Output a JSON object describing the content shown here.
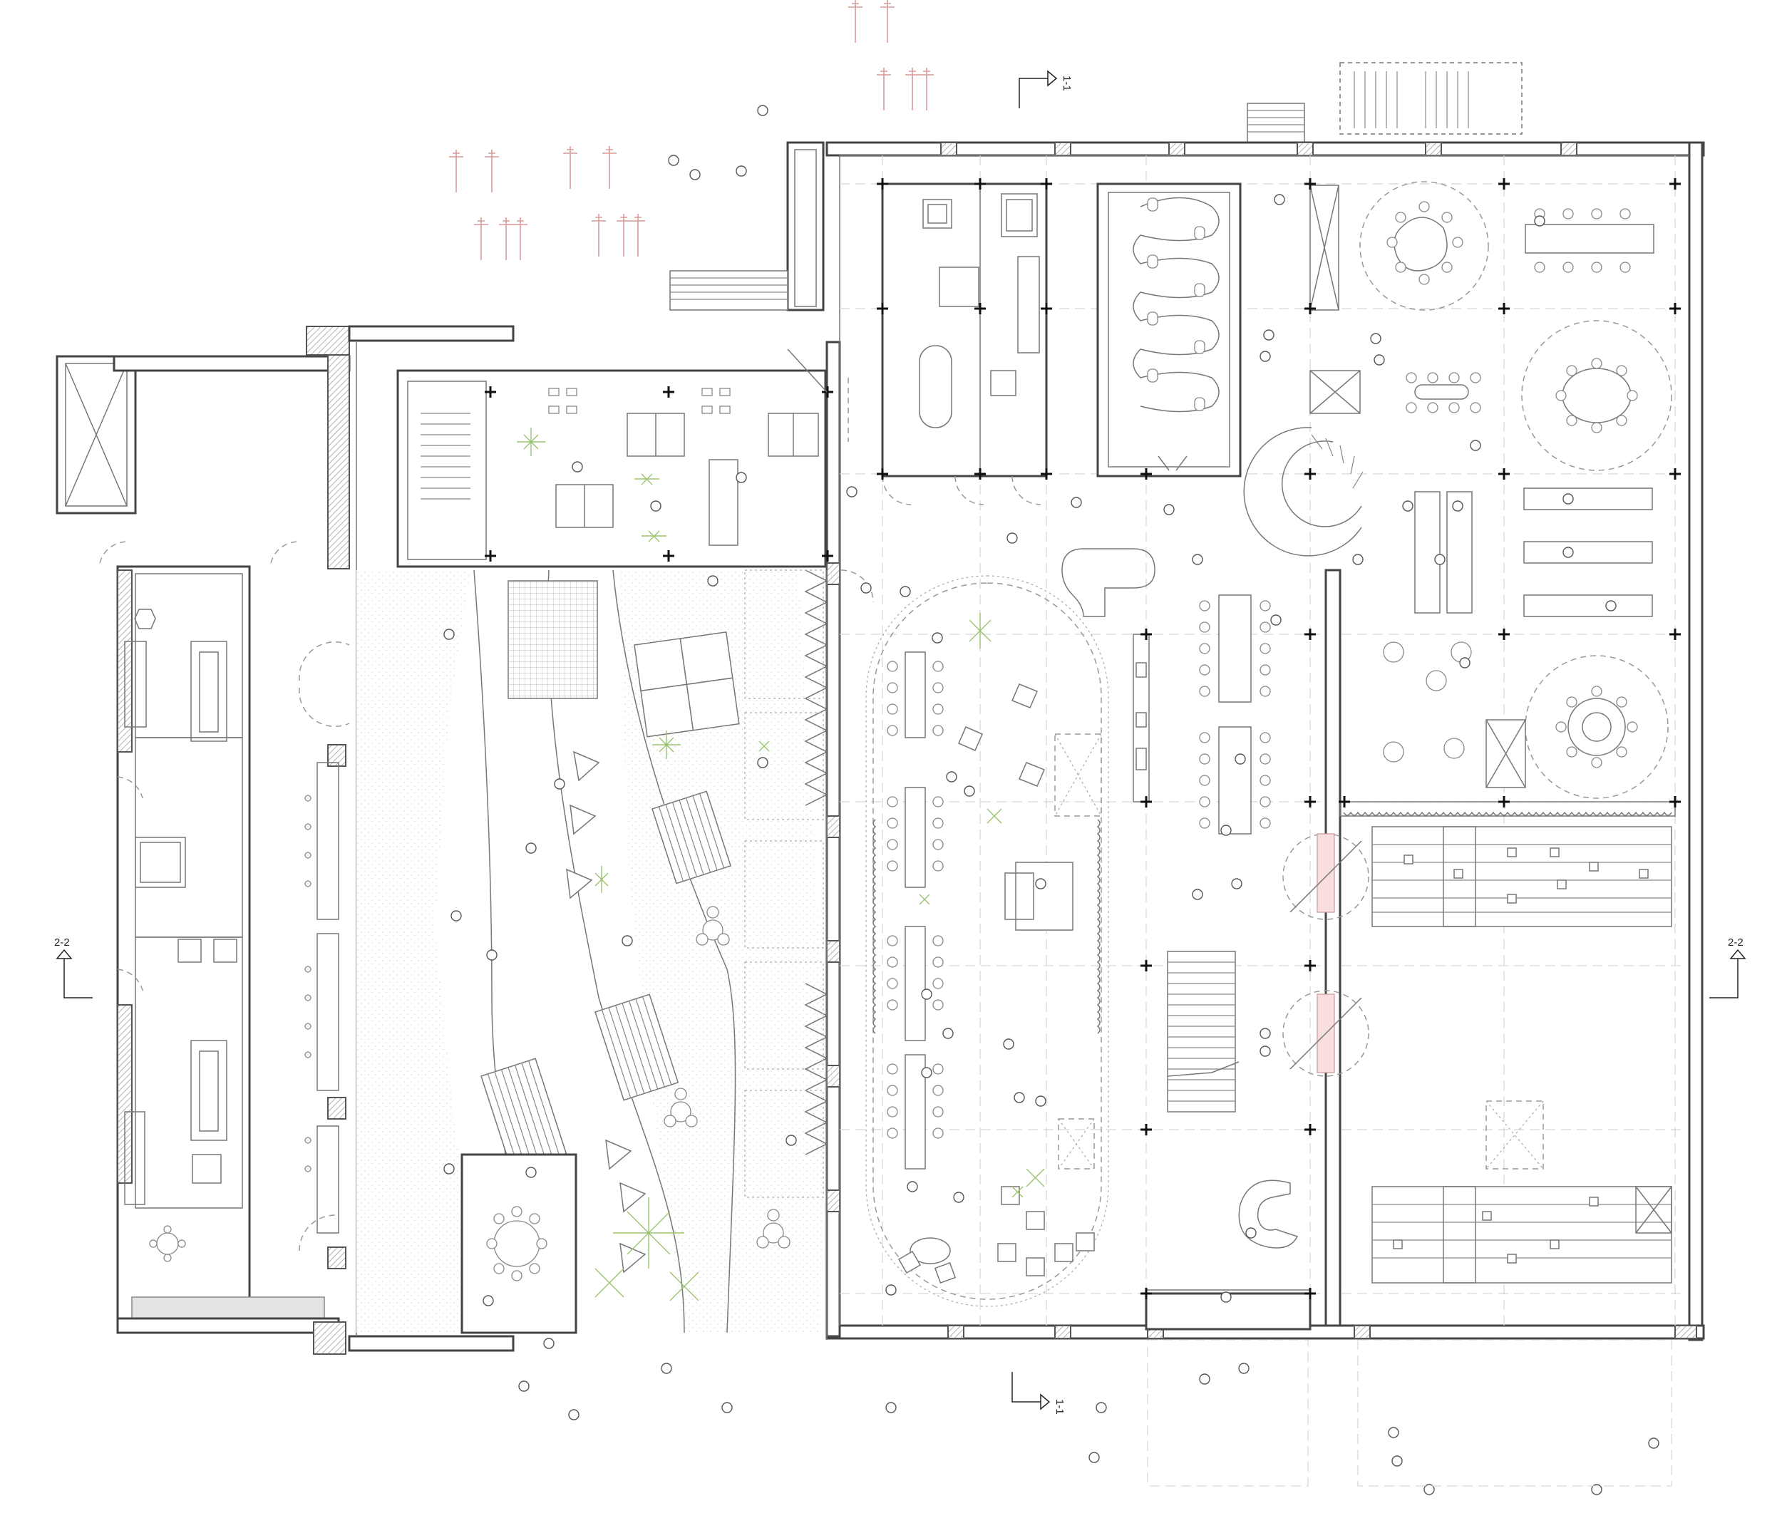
{
  "section_markers": {
    "left_2_2": "2-2",
    "right_2_2": "2-2",
    "top_1_1": "1-1",
    "bottom_1_1": "1-1"
  }
}
